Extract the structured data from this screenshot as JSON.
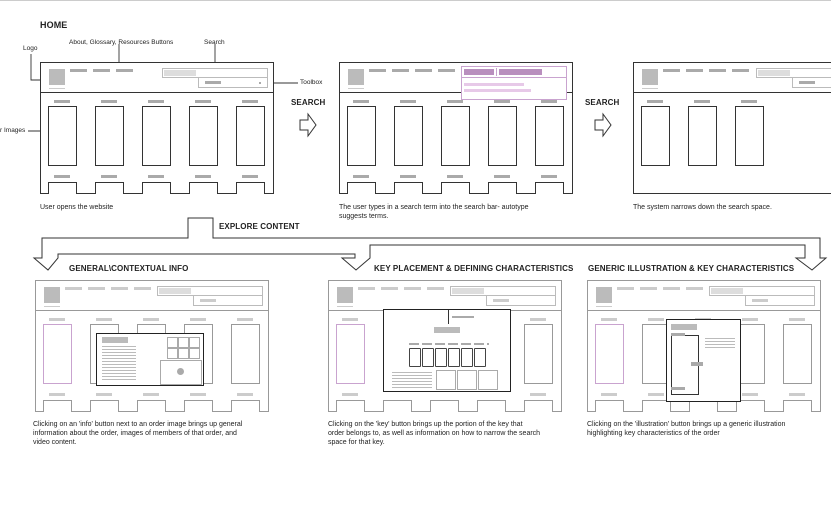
{
  "home": {
    "title": "HOME",
    "annotations": {
      "logo": "Logo",
      "nav_buttons": "About, Glossary, Resources Buttons",
      "search": "Search",
      "toolbox": "Toolbox",
      "order_images": "r Images"
    },
    "caption": "User opens the website"
  },
  "step2": {
    "arrow_label": "SEARCH",
    "caption_line1": "The user types in a search term into the search bar- autotype",
    "caption_line2": "suggests terms."
  },
  "step3": {
    "arrow_label": "SEARCH",
    "caption": "The system narrows down the search space."
  },
  "explore": {
    "label": "EXPLORE CONTENT"
  },
  "panels": [
    {
      "title": "GENERAL\\CONTEXTUAL INFO",
      "caption_line1": "Clicking on an 'info' button next to an order image brings up general",
      "caption_line2": "information about the order, images of members of that order, and",
      "caption_line3": "video content."
    },
    {
      "title": "KEY PLACEMENT & DEFINING CHARACTERISTICS",
      "caption_line1": "Clicking on the 'key' button brings up the portion of the key that",
      "caption_line2": "order belongs to, as well as information on how to narrow the search",
      "caption_line3": "space for that key."
    },
    {
      "title": "GENERIC ILLUSTRATION & KEY CHARACTERISTICS",
      "caption_line1": "Clicking on the 'illustration' button brings up a generic illustration",
      "caption_line2": "highlighting key characteristics of the order"
    }
  ],
  "colors": {
    "line": "#333333",
    "placeholder": "#aaaaaa",
    "highlight": "#c9a3cf",
    "highlight_fill": "#e7c9e8"
  }
}
